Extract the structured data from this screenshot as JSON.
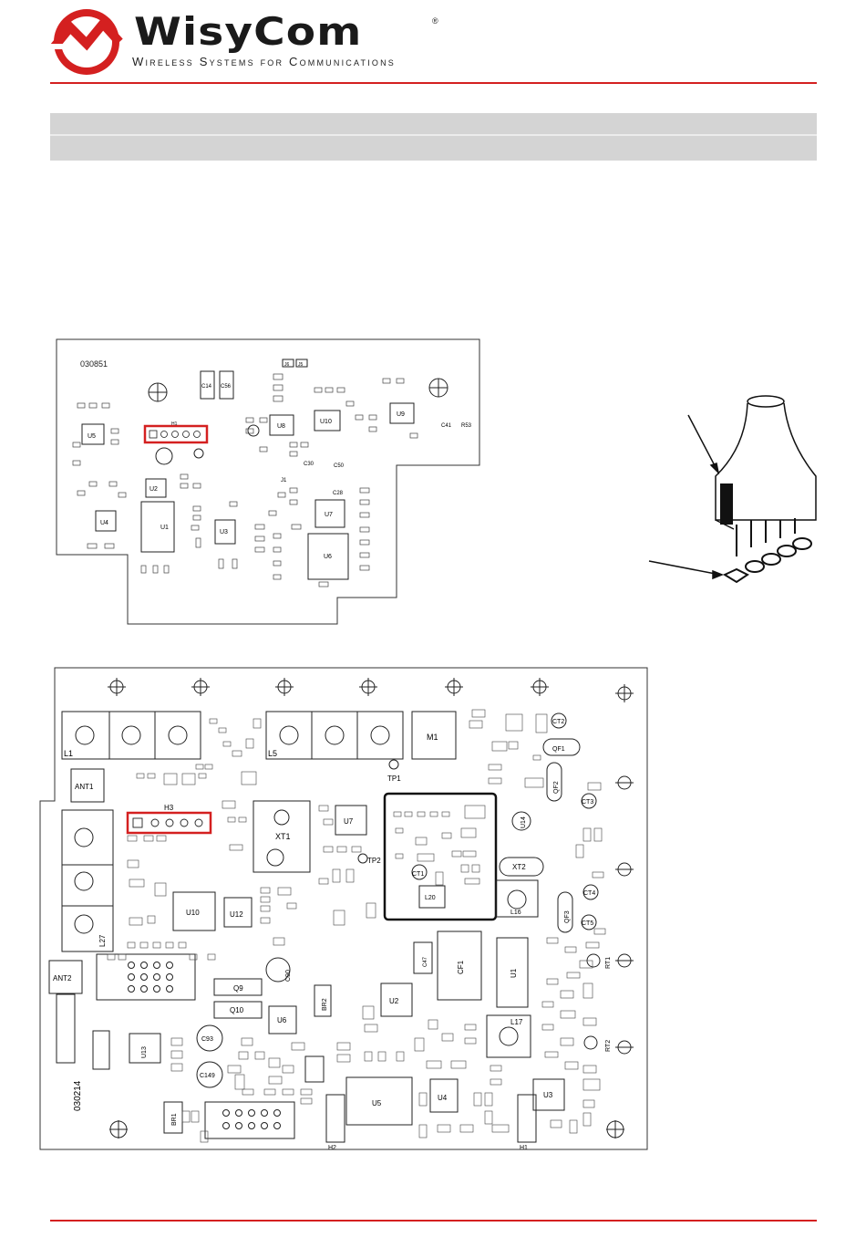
{
  "header": {
    "brand": "WisyCom",
    "registered": "®",
    "tagline": "Wireless Systems for Communications"
  },
  "board_top": {
    "code": "030851",
    "header_label": "H1",
    "labels": {
      "c14": "C14",
      "c56": "C56",
      "j6": "J6",
      "j5": "J5",
      "u5": "U5",
      "u8": "U8",
      "u10": "U10",
      "u9": "U9",
      "u2": "U2",
      "u1": "U1",
      "u4": "U4",
      "u3": "U3",
      "u7": "U7",
      "u6": "U6",
      "c41": "C41",
      "r53": "R53",
      "c50": "C50",
      "c30": "C30",
      "j1": "J1",
      "c28": "C28"
    }
  },
  "board_bottom": {
    "code": "030214",
    "header_label": "H3",
    "labels": {
      "l1": "L1",
      "l5": "L5",
      "m1": "M1",
      "ct2": "CT2",
      "qf1": "QF1",
      "qf2": "QF2",
      "ct3": "CT3",
      "tp1": "TP1",
      "ant1": "ANT1",
      "ant2": "ANT2",
      "xt1": "XT1",
      "u7": "U7",
      "tp2": "TP2",
      "ct1": "CT1",
      "l20": "L20",
      "u14": "U14",
      "xt2": "XT2",
      "ct4": "CT4",
      "qf3": "QF3",
      "ct5": "CT5",
      "l16": "L16",
      "u10": "U10",
      "u12": "U12",
      "l27": "L27",
      "q9": "Q9",
      "q10": "Q10",
      "c90": "C90",
      "u6": "U6",
      "br2": "BR2",
      "u2": "U2",
      "cf1": "CF1",
      "u1": "U1",
      "l17": "L17",
      "rt1": "RT1",
      "rt2": "RT2",
      "c93": "C93",
      "c149": "C149",
      "u13": "U13",
      "br1": "BR1",
      "u5": "U5",
      "u4": "U4",
      "u3": "U3",
      "h2": "H2",
      "h1": "H1",
      "c47": "C47"
    }
  },
  "colors": {
    "accent_red": "#d42020",
    "title_gray": "#d4d4d4"
  }
}
